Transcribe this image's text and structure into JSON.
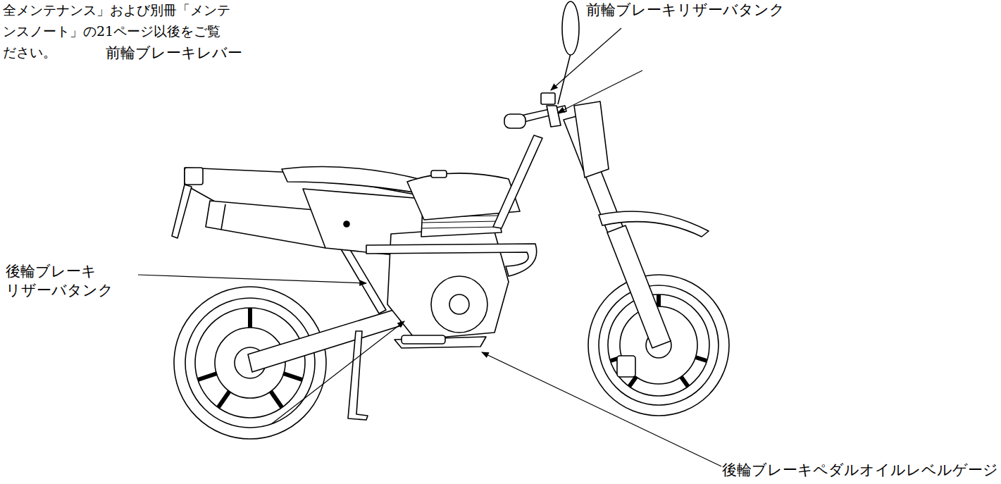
{
  "diagram": {
    "labels": [
      "全メンテナンス」および別冊「メンテ",
      "ンスノート」の21ページ以後をご覧",
      "ださい。",
      "前輪ブレーキレバー",
      "前輪ブレーキリザーバタンク",
      "後輪ブレーキ リザーバタンク",
      "後輪ブレーキペダルオイルレベルゲージ"
    ]
  }
}
